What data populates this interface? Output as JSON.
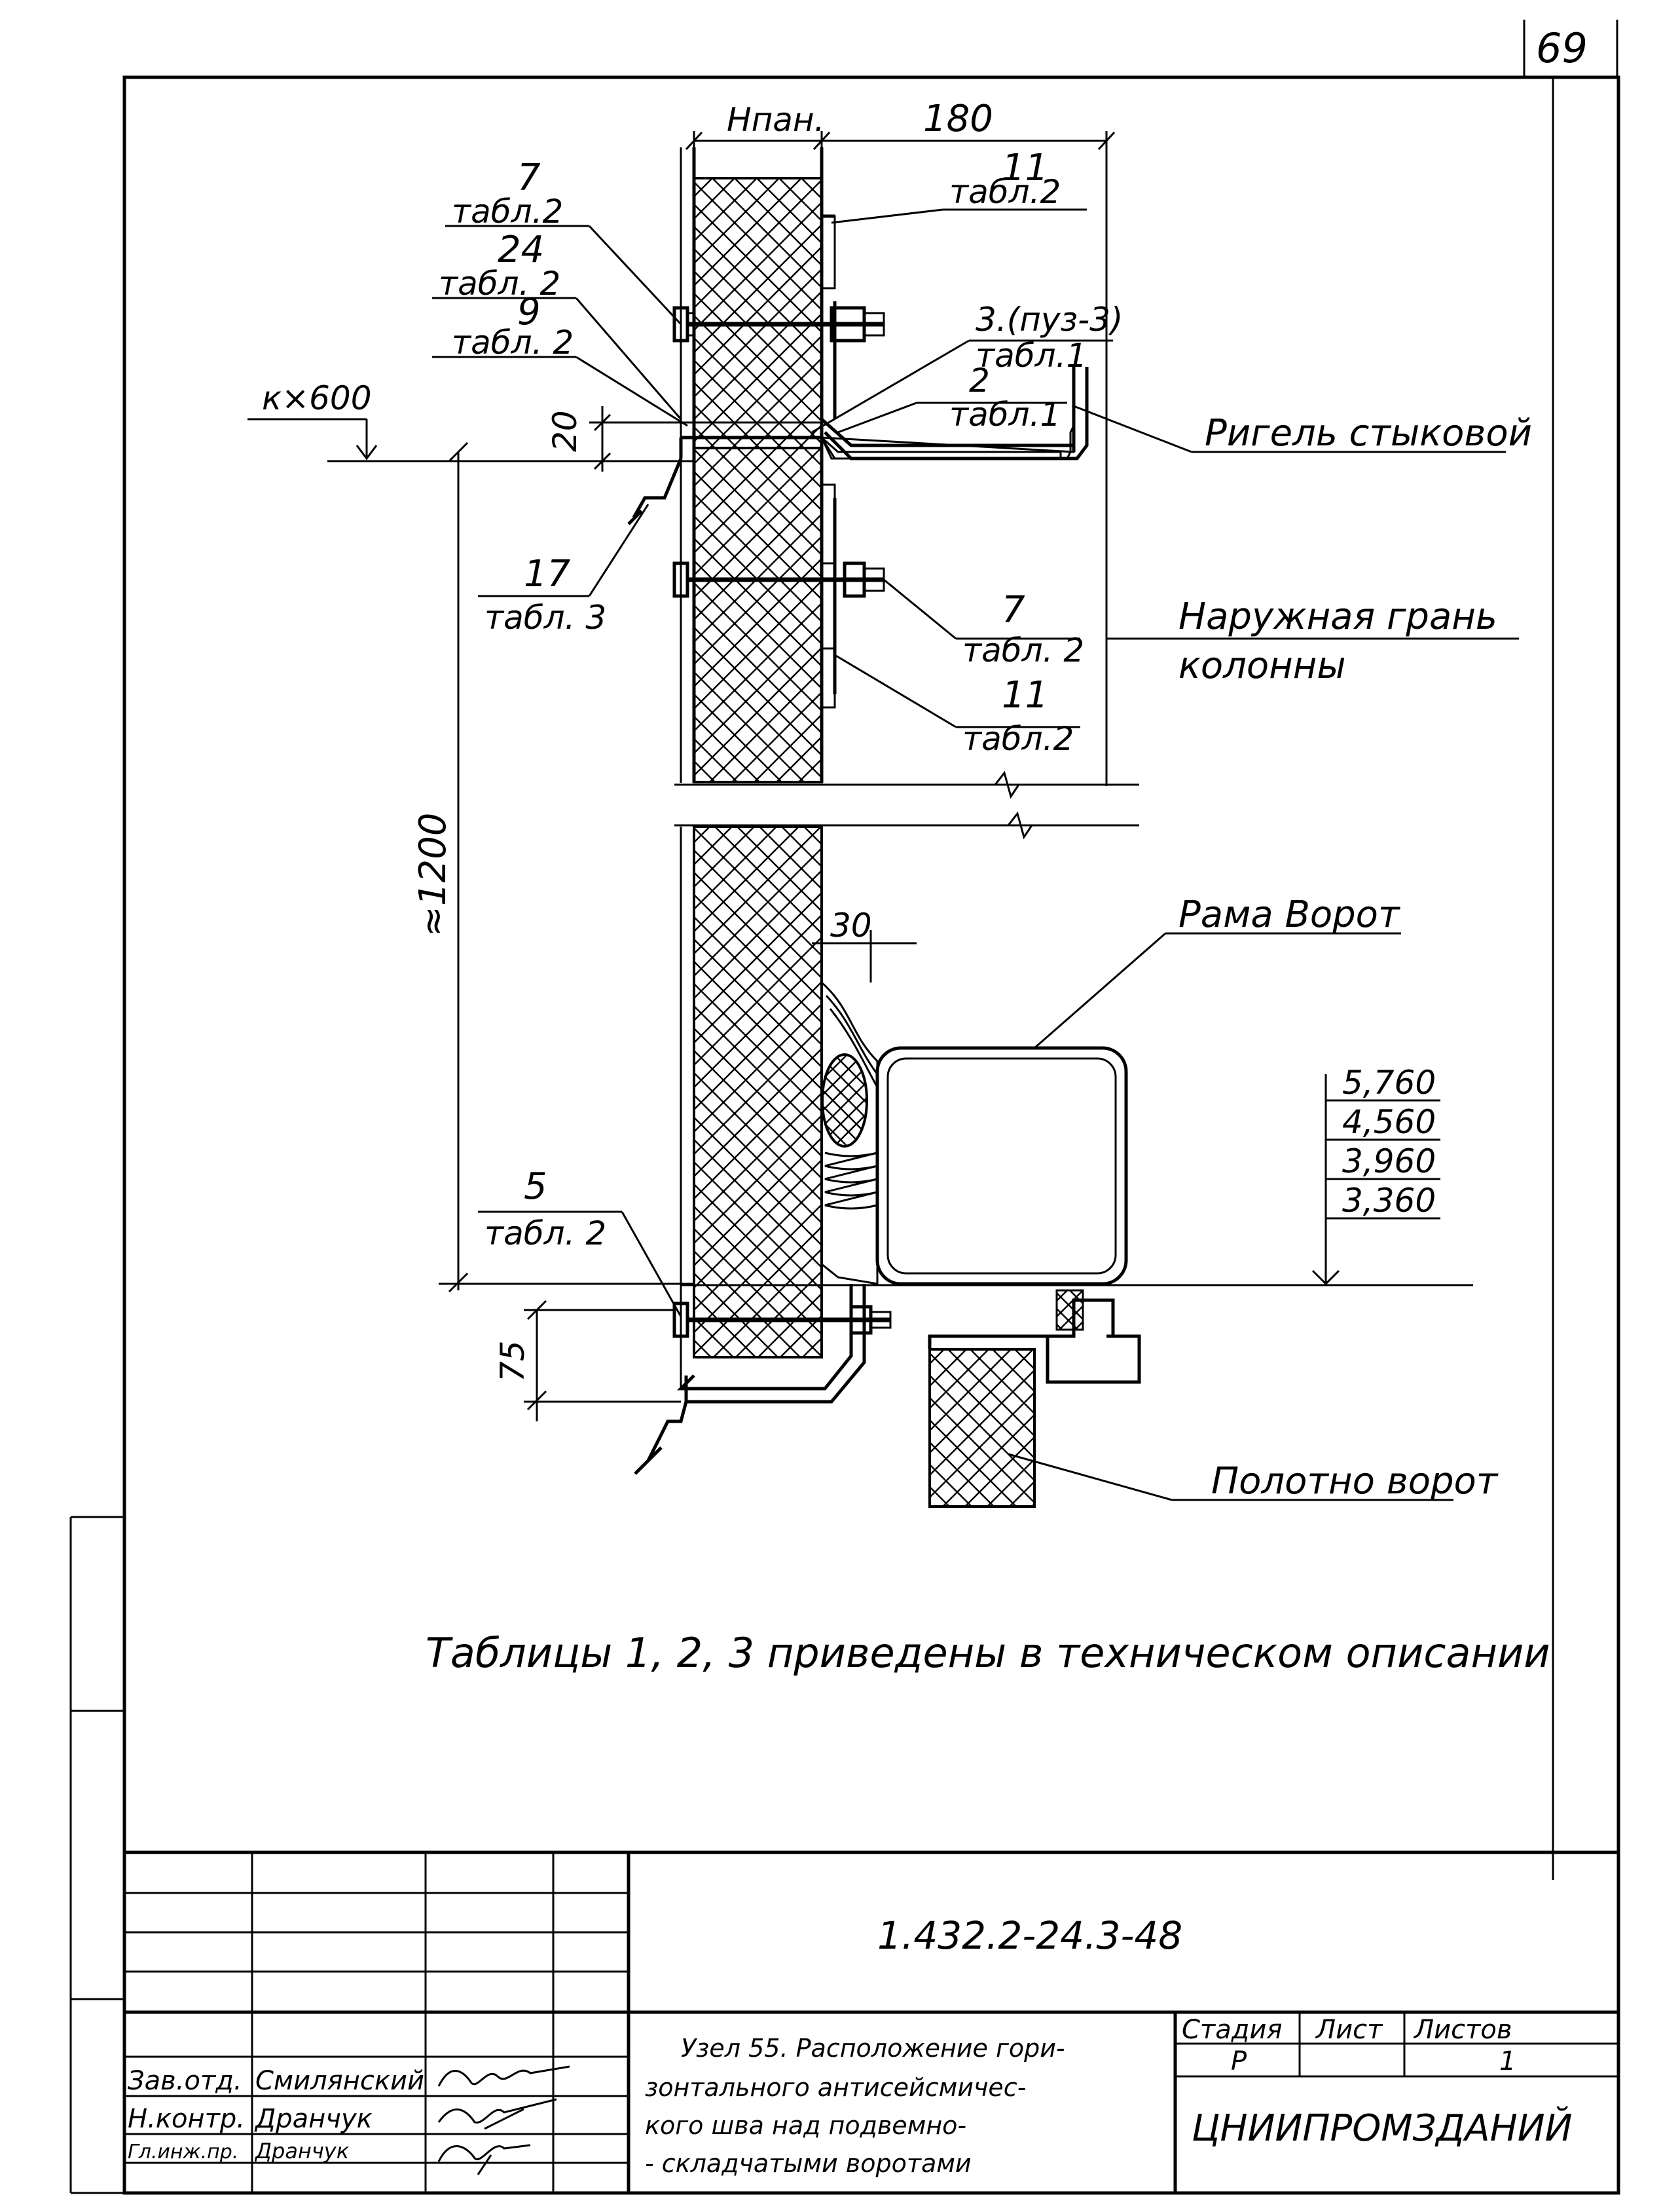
{
  "sheet": {
    "page_number": "69",
    "drawing_code": "1.432.2-24.3-48",
    "title_lines": [
      "Узел 55. Расположение гори-",
      "зонтального антисейсмичес-",
      "кого шва над подвемно-",
      "- складчатыми воротами"
    ],
    "organization": "ЦНИИПРОМЗДАНИЙ",
    "stage_header": "Стадия",
    "sheet_header": "Лист",
    "sheets_header": "Листов",
    "stage_value": "Р",
    "sheets_value": "1",
    "note": "Таблицы 1, 2, 3 приведены в техническом описании"
  },
  "staff": [
    {
      "role": "Зав.отд.",
      "name": "Смилянский"
    },
    {
      "role": "Н.контр.",
      "name": "Дранчук"
    },
    {
      "role": "Гл.инж.пр.",
      "name": "Дранчук"
    }
  ],
  "dimensions": {
    "h_pan": "Нпан.",
    "d180": "180",
    "d20": "20",
    "d1200": "≈1200",
    "d30": "30",
    "d75": "75",
    "level_mark": "к×600"
  },
  "callouts": [
    {
      "num": "7",
      "table": "табл.2"
    },
    {
      "num": "24",
      "table": "табл. 2"
    },
    {
      "num": "9",
      "table": "табл. 2"
    },
    {
      "num": "11",
      "table": "табл.2"
    },
    {
      "num": "3.(пуз-3)",
      "table": "табл.1"
    },
    {
      "num": "2",
      "table": "табл.1"
    },
    {
      "num": "17",
      "table": "табл. 3"
    },
    {
      "num": "7",
      "table": "табл. 2"
    },
    {
      "num": "11",
      "table": "табл.2"
    },
    {
      "num": "5",
      "table": "табл. 2"
    }
  ],
  "labels": {
    "rigel": "Ригель стыковой",
    "outer_face_1": "Наружная грань",
    "outer_face_2": "колонны",
    "gate_frame": "Рама Ворот",
    "gate_leaf": "Полотно ворот"
  },
  "levels": [
    "5,760",
    "4,560",
    "3,960",
    "3,360"
  ]
}
